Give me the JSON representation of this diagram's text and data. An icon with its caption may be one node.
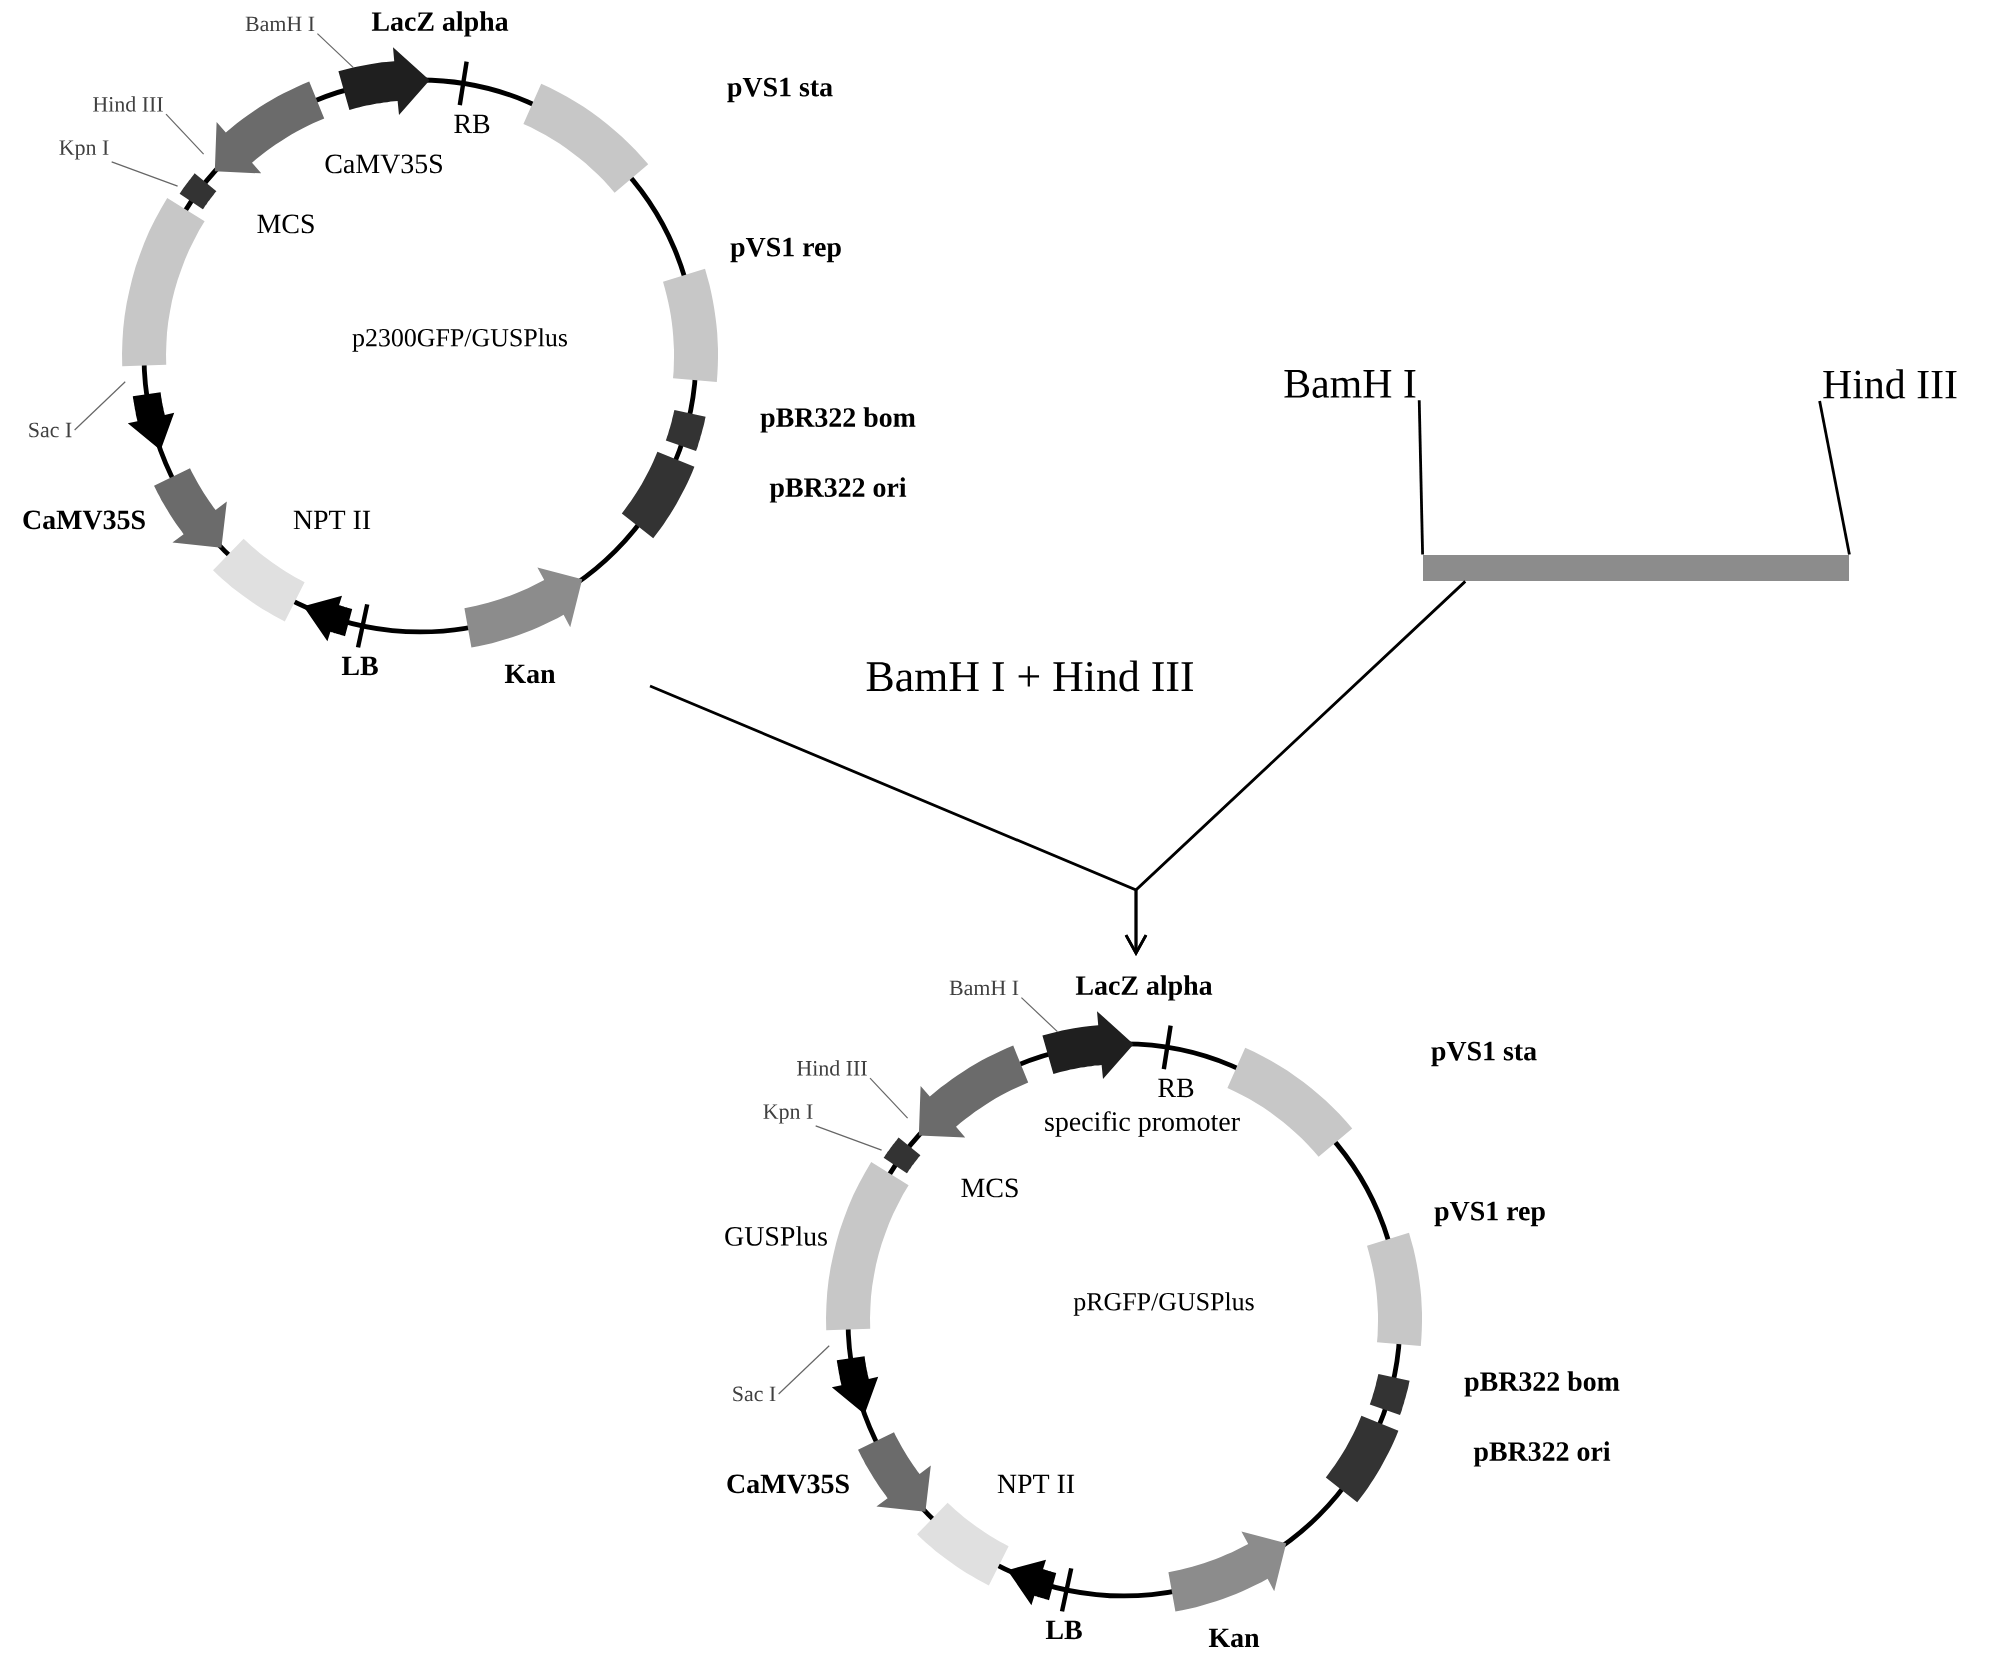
{
  "diagram": {
    "nodes": [
      {
        "text": [
          "p2300GFP/GUSPlus"
        ]
      },
      {
        "text": [
          "BamH I"
        ]
      },
      {
        "text": [
          "Hind III"
        ]
      },
      {
        "text": [
          "Kpn I"
        ]
      },
      {
        "text": [
          "Sac I"
        ]
      },
      {
        "text": [
          "BamH I"
        ]
      },
      {
        "text": [
          "Hind III"
        ]
      },
      {
        "text": [],
        "shape": "bar"
      },
      {
        "text": [
          "pRGFP/GUSPlus"
        ]
      },
      {
        "text": [
          "BamH I"
        ]
      },
      {
        "text": [
          "Hind III"
        ]
      },
      {
        "text": [
          "Kpn I"
        ]
      },
      {
        "text": [
          "Sac I"
        ]
      }
    ],
    "edges": [
      {
        "from": 0,
        "to": 8,
        "arrow": "to",
        "label": "BamH I + Hind III",
        "color": "#000000"
      },
      {
        "from": 7,
        "to": 8,
        "arrow": "to",
        "color": "#000000"
      },
      {
        "from": 5,
        "to": 7,
        "arrow": "none",
        "color": "#000000"
      },
      {
        "from": 6,
        "to": 7,
        "arrow": "none",
        "color": "#000000"
      },
      {
        "from": 1,
        "to": 0,
        "arrow": "none"
      },
      {
        "from": 2,
        "to": 0,
        "arrow": "none"
      },
      {
        "from": 3,
        "to": 0,
        "arrow": "none"
      },
      {
        "from": 4,
        "to": 0,
        "arrow": "none"
      },
      {
        "from": 9,
        "to": 8,
        "arrow": "none"
      },
      {
        "from": 10,
        "to": 8,
        "arrow": "none"
      },
      {
        "from": 11,
        "to": 8,
        "arrow": "none"
      },
      {
        "from": 12,
        "to": 8,
        "arrow": "none"
      }
    ],
    "labels": [
      "LacZ alpha",
      "RB",
      "pVS1 sta",
      "CaMV35S",
      "MCS",
      "pVS1 rep",
      "CaMV35S",
      "NPT II",
      "pBR322 bom",
      "pBR322 ori",
      "LB",
      "Kan",
      "LacZ alpha",
      "RB",
      "pVS1 sta",
      "specific promoter",
      "MCS",
      "pVS1 rep",
      "GUSPlus",
      "CaMV35S",
      "NPT II",
      "pBR322 bom",
      "pBR322 ori",
      "LB",
      "Kan"
    ]
  }
}
